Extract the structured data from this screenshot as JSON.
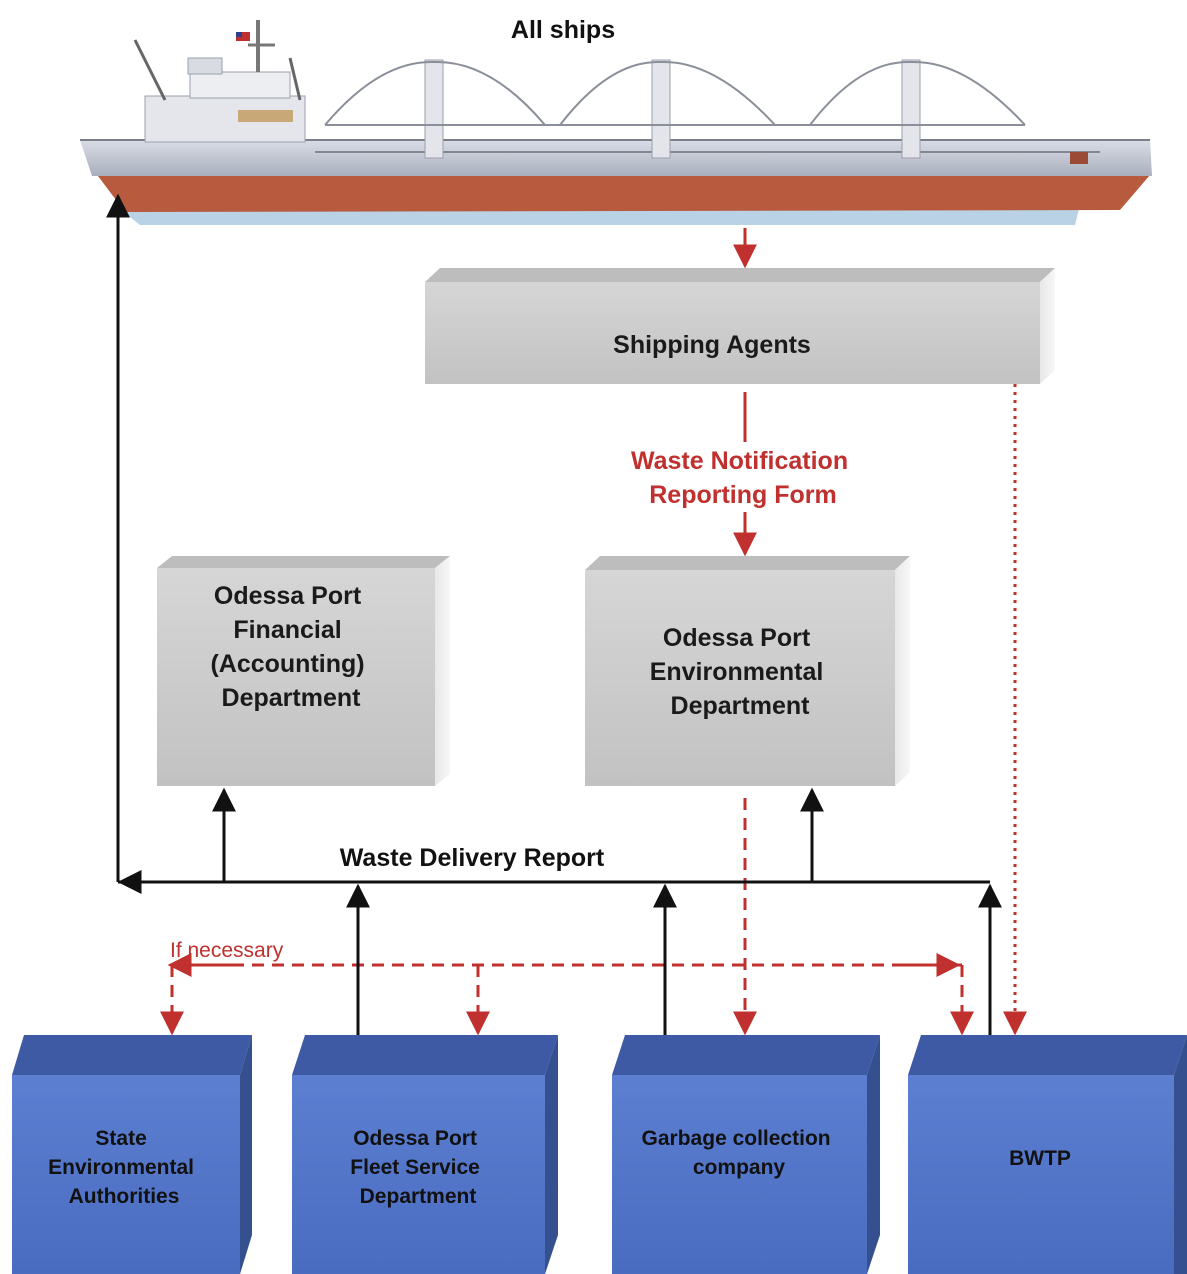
{
  "title": "All ships",
  "nodes": {
    "shipping_agents": "Shipping Agents",
    "financial": [
      "Odessa Port",
      "Financial",
      "(Accounting)",
      "Department"
    ],
    "environmental": [
      "Odessa Port",
      "Environmental",
      "Department"
    ],
    "state": [
      "State",
      "Environmental",
      "Authorities"
    ],
    "fleet": [
      "Odessa Port",
      "Fleet Service",
      "Department"
    ],
    "garbage": [
      "Garbage collection",
      "company"
    ],
    "bwtp": [
      "BWTP"
    ]
  },
  "labels": {
    "form": [
      "Waste Notification",
      "Reporting  Form"
    ],
    "report": "Waste Delivery Report",
    "if_necessary": "If necessary"
  },
  "colors": {
    "red": "#c0302e",
    "black": "#111111",
    "gray_box": "#cdcdcd",
    "blue_box": "#5577c8"
  },
  "icons": {
    "ship": "cargo-ship-illustration"
  }
}
